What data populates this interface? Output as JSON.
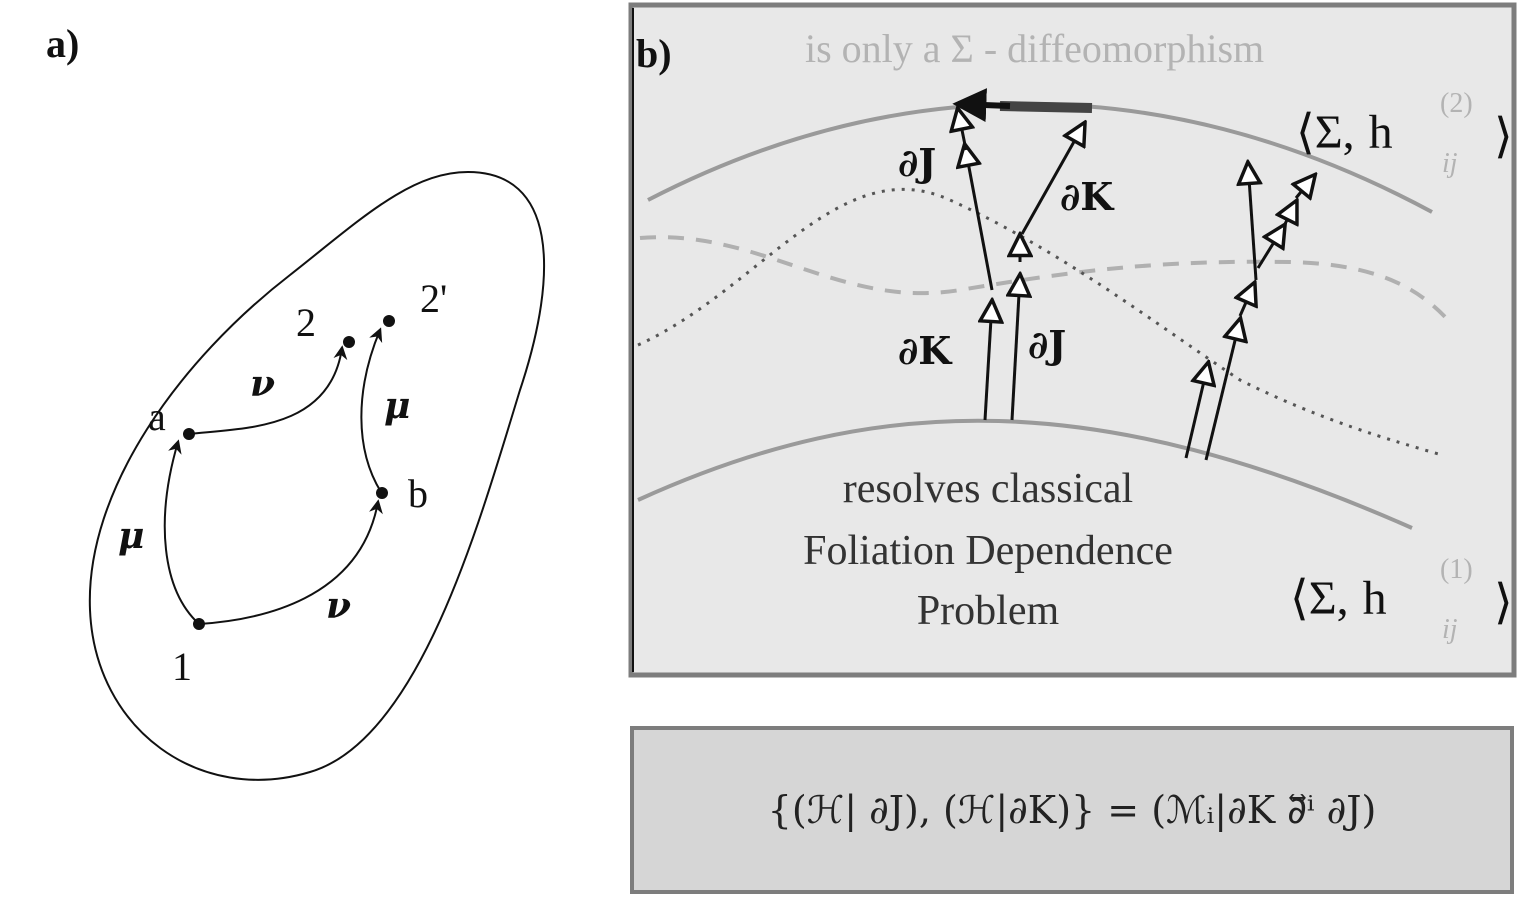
{
  "panel_a": {
    "label": "a)",
    "points": {
      "p1": "1",
      "pa": "a",
      "pb": "b",
      "p2": "2",
      "p2prime": "2'"
    },
    "edges": {
      "mu_left": "μ",
      "nu_top": "ν",
      "nu_bottom": "ν",
      "mu_right": "μ"
    }
  },
  "panel_b": {
    "label": "b)",
    "top_caption": "is only a Σ - diffeomorphism",
    "slice_top": {
      "open": "⟨Σ,",
      "h": "h",
      "superscript": "(2)",
      "subscript": "ij",
      "close": "⟩"
    },
    "slice_bottom": {
      "open": "⟨Σ,",
      "h": "h",
      "superscript": "(1)",
      "subscript": "ij",
      "close": "⟩"
    },
    "arrow_labels": {
      "dJ_top": "∂J",
      "dK_top": "∂K",
      "dK_mid": "∂K",
      "dJ_mid": "∂J"
    },
    "bottom_caption": [
      "resolves classical",
      "Foliation Dependence",
      "Problem"
    ]
  },
  "formula": {
    "text": "{(ℋ| ∂J), (ℋ|∂K)} = (ℳᵢ|∂K ∂⃡ⁱ ∂J)"
  },
  "colors": {
    "panel_b_bg": "#e8e8e8",
    "frame": "#7d7d7d",
    "formula_bg": "#d6d6d6",
    "slice_line": "#9a9a9a"
  }
}
